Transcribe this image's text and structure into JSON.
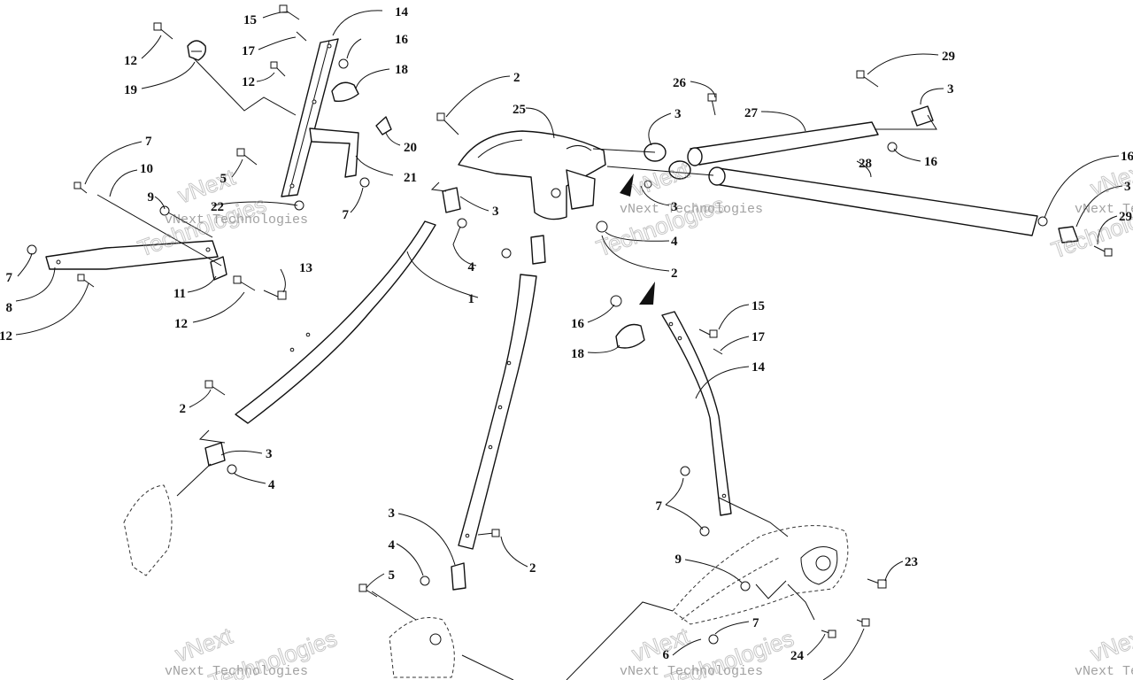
{
  "diagram": {
    "watermark": {
      "line1": "vNext",
      "line2": "Technologies",
      "combined": "vNext Technologies"
    },
    "callouts": [
      {
        "id": "c1",
        "text": "15"
      },
      {
        "id": "c2",
        "text": "14"
      },
      {
        "id": "c3",
        "text": "12"
      },
      {
        "id": "c4",
        "text": "17"
      },
      {
        "id": "c5",
        "text": "16"
      },
      {
        "id": "c6",
        "text": "19"
      },
      {
        "id": "c7",
        "text": "12"
      },
      {
        "id": "c8",
        "text": "18"
      },
      {
        "id": "c9",
        "text": "20"
      },
      {
        "id": "c10",
        "text": "5"
      },
      {
        "id": "c11",
        "text": "21"
      },
      {
        "id": "c12",
        "text": "7"
      },
      {
        "id": "c13",
        "text": "22"
      },
      {
        "id": "c14",
        "text": "7"
      },
      {
        "id": "c15",
        "text": "10"
      },
      {
        "id": "c16",
        "text": "9"
      },
      {
        "id": "c17",
        "text": "13"
      },
      {
        "id": "c18",
        "text": "7"
      },
      {
        "id": "c19",
        "text": "11"
      },
      {
        "id": "c20",
        "text": "8"
      },
      {
        "id": "c21",
        "text": "12"
      },
      {
        "id": "c22",
        "text": "12"
      },
      {
        "id": "c23",
        "text": "2"
      },
      {
        "id": "c24",
        "text": "25"
      },
      {
        "id": "c25",
        "text": "3"
      },
      {
        "id": "c26",
        "text": "4"
      },
      {
        "id": "c27",
        "text": "1"
      },
      {
        "id": "c28",
        "text": "26"
      },
      {
        "id": "c29",
        "text": "3"
      },
      {
        "id": "c30",
        "text": "27"
      },
      {
        "id": "c31",
        "text": "29"
      },
      {
        "id": "c32",
        "text": "3"
      },
      {
        "id": "c33",
        "text": "16"
      },
      {
        "id": "c34",
        "text": "28"
      },
      {
        "id": "c35",
        "text": "3"
      },
      {
        "id": "c36",
        "text": "4"
      },
      {
        "id": "c37",
        "text": "2"
      },
      {
        "id": "c38",
        "text": "16"
      },
      {
        "id": "c39",
        "text": "3"
      },
      {
        "id": "c40",
        "text": "29"
      },
      {
        "id": "c41",
        "text": "15"
      },
      {
        "id": "c42",
        "text": "16"
      },
      {
        "id": "c43",
        "text": "17"
      },
      {
        "id": "c44",
        "text": "18"
      },
      {
        "id": "c45",
        "text": "14"
      },
      {
        "id": "c46",
        "text": "2"
      },
      {
        "id": "c47",
        "text": "3"
      },
      {
        "id": "c48",
        "text": "4"
      },
      {
        "id": "c49",
        "text": "7"
      },
      {
        "id": "c50",
        "text": "3"
      },
      {
        "id": "c51",
        "text": "4"
      },
      {
        "id": "c52",
        "text": "2"
      },
      {
        "id": "c53",
        "text": "5"
      },
      {
        "id": "c54",
        "text": "9"
      },
      {
        "id": "c55",
        "text": "23"
      },
      {
        "id": "c56",
        "text": "7"
      },
      {
        "id": "c57",
        "text": "6"
      },
      {
        "id": "c58",
        "text": "24"
      }
    ]
  }
}
